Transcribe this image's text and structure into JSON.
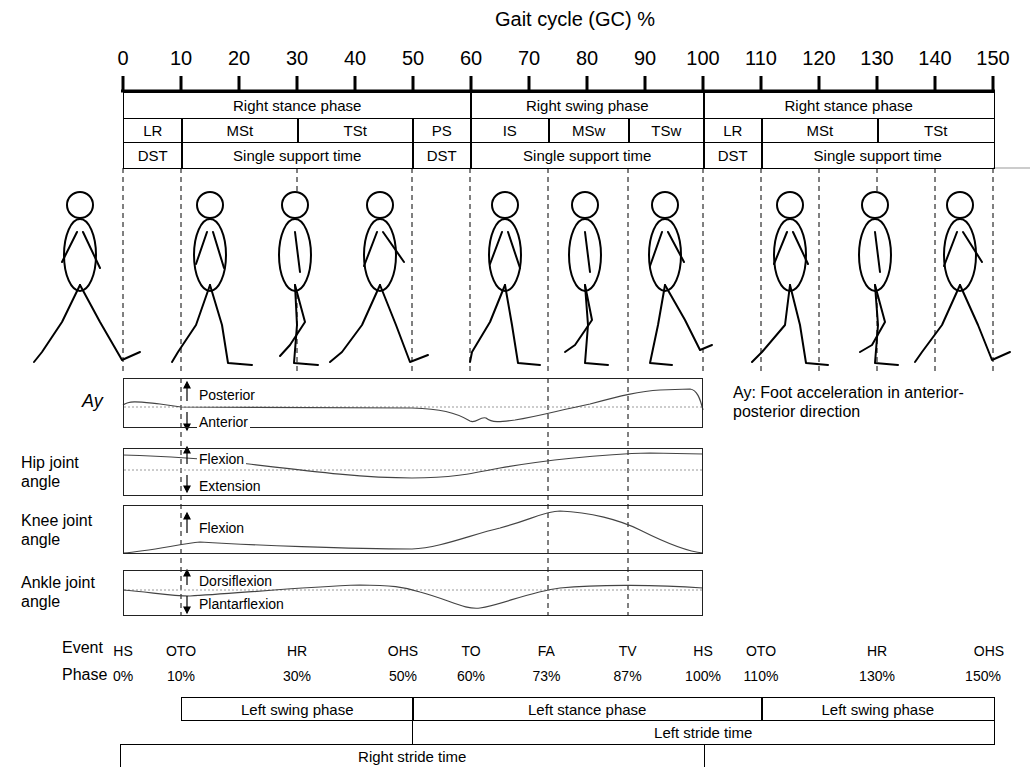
{
  "diagram": {
    "title": "Gait cycle (GC) %",
    "nodes": [
      {
        "text": [
          "Right stance phase"
        ]
      },
      {
        "text": [
          "Right swing phase"
        ]
      },
      {
        "text": [
          "Right stance phase"
        ]
      },
      {
        "text": [
          "LR"
        ]
      },
      {
        "text": [
          "MSt"
        ]
      },
      {
        "text": [
          "TSt"
        ]
      },
      {
        "text": [
          "PS"
        ]
      },
      {
        "text": [
          "IS"
        ]
      },
      {
        "text": [
          "MSw"
        ]
      },
      {
        "text": [
          "TSw"
        ]
      },
      {
        "text": [
          "LR"
        ]
      },
      {
        "text": [
          "MSt"
        ]
      },
      {
        "text": [
          "TSt"
        ]
      },
      {
        "text": [
          "DST"
        ]
      },
      {
        "text": [
          "Single support time"
        ]
      },
      {
        "text": [
          "DST"
        ]
      },
      {
        "text": [
          "Single support time"
        ]
      },
      {
        "text": [
          "DST"
        ]
      },
      {
        "text": [
          "Single support time"
        ]
      },
      {
        "text": [
          "Ay",
          "Posterior",
          "Anterior"
        ]
      },
      {
        "text": [
          "Hip joint angle",
          "Flexion",
          "Extension"
        ]
      },
      {
        "text": [
          "Knee joint angle",
          "Flexion"
        ]
      },
      {
        "text": [
          "Ankle joint angle",
          "Dorsiflexion",
          "Plantarflexion"
        ]
      },
      {
        "text": [
          "Left swing phase"
        ]
      },
      {
        "text": [
          "Left stance phase"
        ]
      },
      {
        "text": [
          "Left swing phase"
        ]
      },
      {
        "text": [
          "Left stride time"
        ]
      },
      {
        "text": [
          "Right stride time"
        ]
      }
    ],
    "labels": [
      "0",
      "10",
      "20",
      "30",
      "40",
      "50",
      "60",
      "70",
      "80",
      "90",
      "100",
      "110",
      "120",
      "130",
      "140",
      "150",
      "Ay: Foot acceleration in anterior-posterior direction",
      "Event",
      "HS",
      "OTO",
      "HR",
      "OHS",
      "TO",
      "FA",
      "TV",
      "HS",
      "OTO",
      "HR",
      "OHS",
      "Phase",
      "0%",
      "10%",
      "30%",
      "50%",
      "60%",
      "73%",
      "87%",
      "100%",
      "110%",
      "130%",
      "150%"
    ]
  }
}
